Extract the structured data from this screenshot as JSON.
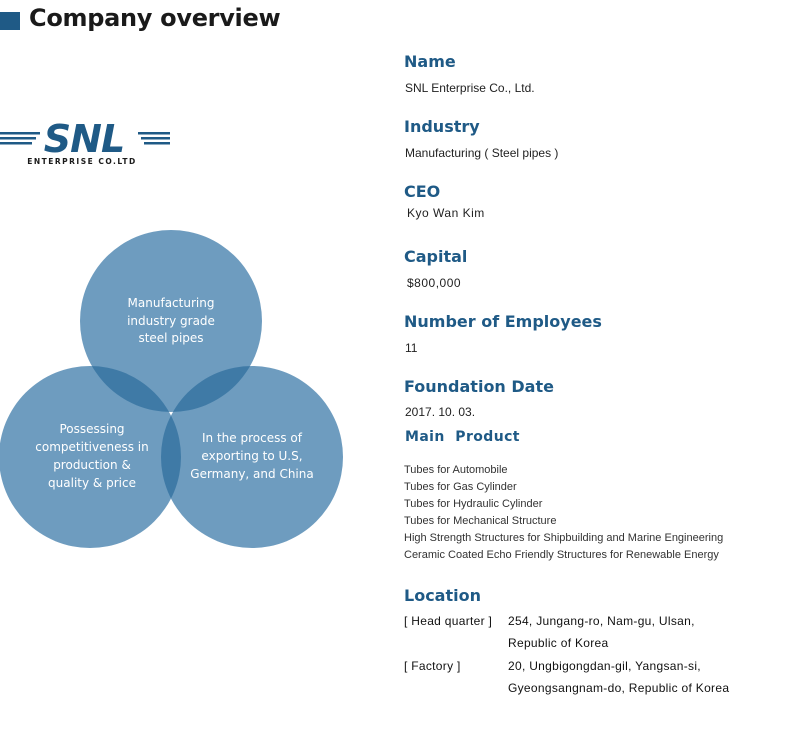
{
  "colors": {
    "accent": "#1f5a86",
    "circle": "#6e9cbf",
    "overlap": "#3f7aa6",
    "text": "#1a1a1a"
  },
  "page_title": "Company overview",
  "logo": {
    "text": "SNL",
    "subtext": "ENTERPRISE CO.LTD"
  },
  "venn": {
    "top": [
      "Manufacturing",
      "industry grade",
      "steel pipes"
    ],
    "left": [
      "Possessing",
      "competitiveness in",
      "production &",
      "quality & price"
    ],
    "right": [
      "In the process of",
      "exporting to U.S,",
      "Germany, and China"
    ]
  },
  "info": {
    "name": {
      "label": "Name",
      "value": "SNL Enterprise Co., Ltd."
    },
    "industry": {
      "label": "Industry",
      "value": "Manufacturing ( Steel pipes )"
    },
    "ceo": {
      "label": "CEO",
      "value": "Kyo Wan Kim"
    },
    "capital": {
      "label": "Capital",
      "value": "$800,000"
    },
    "employees": {
      "label": "Number of Employees",
      "value": "11"
    },
    "foundation": {
      "label": "Foundation Date",
      "value": "2017. 10. 03."
    },
    "main_product": {
      "label": "Main  Product",
      "items": [
        "Tubes for Automobile",
        "Tubes for Gas Cylinder",
        "Tubes for Hydraulic Cylinder",
        "Tubes for Mechanical Structure",
        "High Strength Structures for Shipbuilding and Marine Engineering",
        "Ceramic Coated Echo Friendly Structures for Renewable Energy"
      ]
    },
    "location": {
      "label": "Location",
      "hq_label": "[ Head quarter ]",
      "hq_line1": "254, Jungang-ro, Nam-gu, Ulsan,",
      "hq_line2": "Republic of Korea",
      "factory_label": "[ Factory ]",
      "factory_line1": "20, Ungbigongdan-gil, Yangsan-si,",
      "factory_line2": "Gyeongsangnam-do, Republic of Korea"
    }
  }
}
